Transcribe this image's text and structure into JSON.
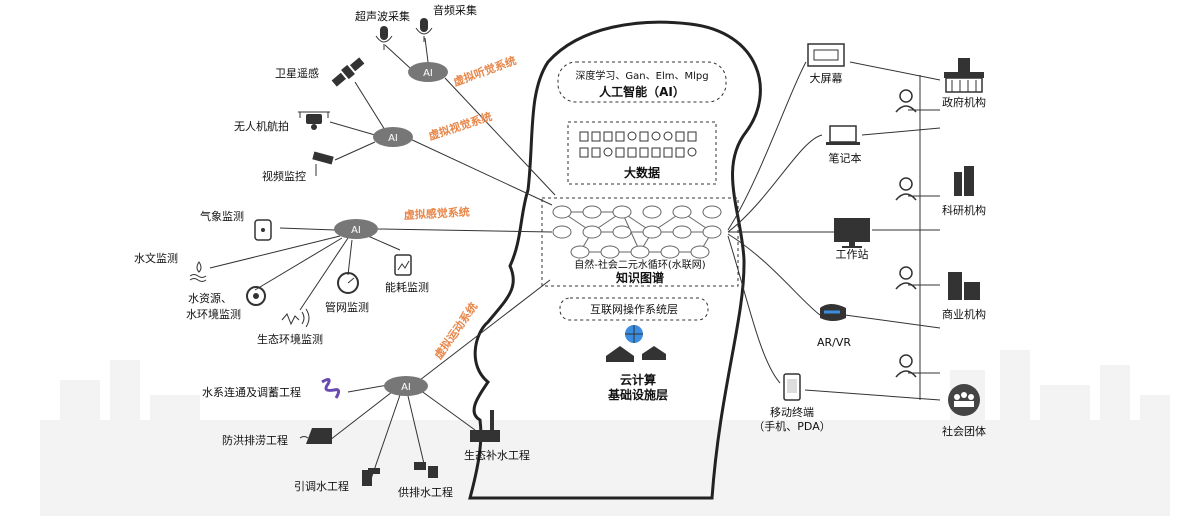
{
  "colors": {
    "system_label": "#e8874a",
    "ai_node": "#7a7a7a",
    "line": "#333333",
    "skyline": "#f2f2f2"
  },
  "ai_label": "AI",
  "systems": {
    "hearing": "虚拟听觉系统",
    "vision": "虚拟视觉系统",
    "sense": "虚拟感觉系统",
    "motion": "虚拟运动系统"
  },
  "sensors": {
    "ultrasonic": "超声波采集",
    "audio": "音频采集",
    "satellite": "卫星遥感",
    "drone": "无人机航拍",
    "video": "视频监控",
    "weather": "气象监测",
    "hydrology": "水文监测",
    "water_resource": "水资源、",
    "water_env": "水环境监测",
    "eco_env": "生态环境监测",
    "pipe": "管网监测",
    "energy": "能耗监测"
  },
  "projects": {
    "connect": "水系连通及调蓄工程",
    "flood": "防洪排涝工程",
    "diversion": "引调水工程",
    "supply": "供排水工程",
    "eco_supply": "生态补水工程"
  },
  "brain": {
    "ai_methods": "深度学习、Gan、Elm、Mlpg",
    "ai_title": "人工智能（AI）",
    "bigdata_title": "大数据",
    "kg_subtitle": "自然-社会二元水循环(水联网)",
    "kg_title": "知识图谱",
    "iot_layer": "互联网操作系统层",
    "cloud_line1": "云计算",
    "cloud_line2": "基础设施层"
  },
  "terminals": {
    "bigscreen": "大屏幕",
    "laptop": "笔记本",
    "workstation": "工作站",
    "arvr": "AR/VR",
    "mobile1": "移动终端",
    "mobile2": "（手机、PDA）"
  },
  "institutions": {
    "gov": "政府机构",
    "research": "科研机构",
    "business": "商业机构",
    "society": "社会团体"
  }
}
